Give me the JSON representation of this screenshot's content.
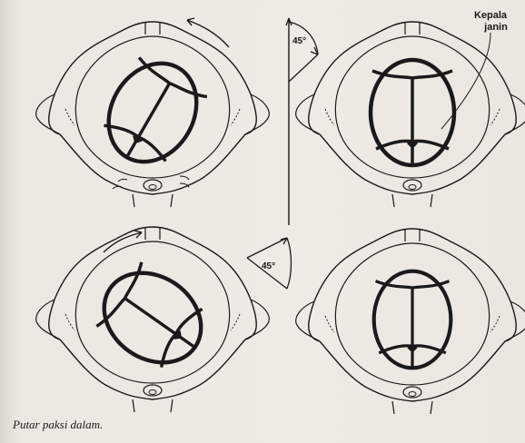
{
  "labels": {
    "kepala_line1": "Kepala",
    "kepala_line2": "janin",
    "angle_top": "45°",
    "angle_bottom": "45°"
  },
  "caption": "Putar paksi dalam.",
  "colors": {
    "ink": "#1a1a1a",
    "paper": "#ece8e2"
  }
}
